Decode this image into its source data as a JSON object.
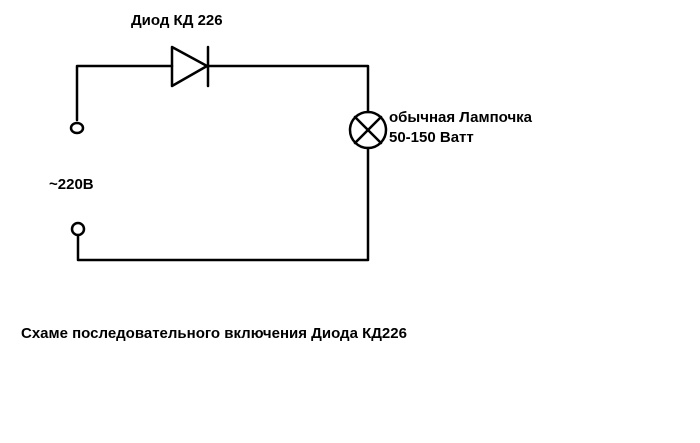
{
  "diagram": {
    "diode_label": "Диод КД 226",
    "lamp_label_line1": "обычная Лампочка",
    "lamp_label_line2": "50-150 Ватт",
    "voltage_label": "~220В",
    "caption": "Схаме последовательного включения Диода КД226"
  },
  "colors": {
    "stroke": "#000000",
    "background": "#ffffff"
  }
}
